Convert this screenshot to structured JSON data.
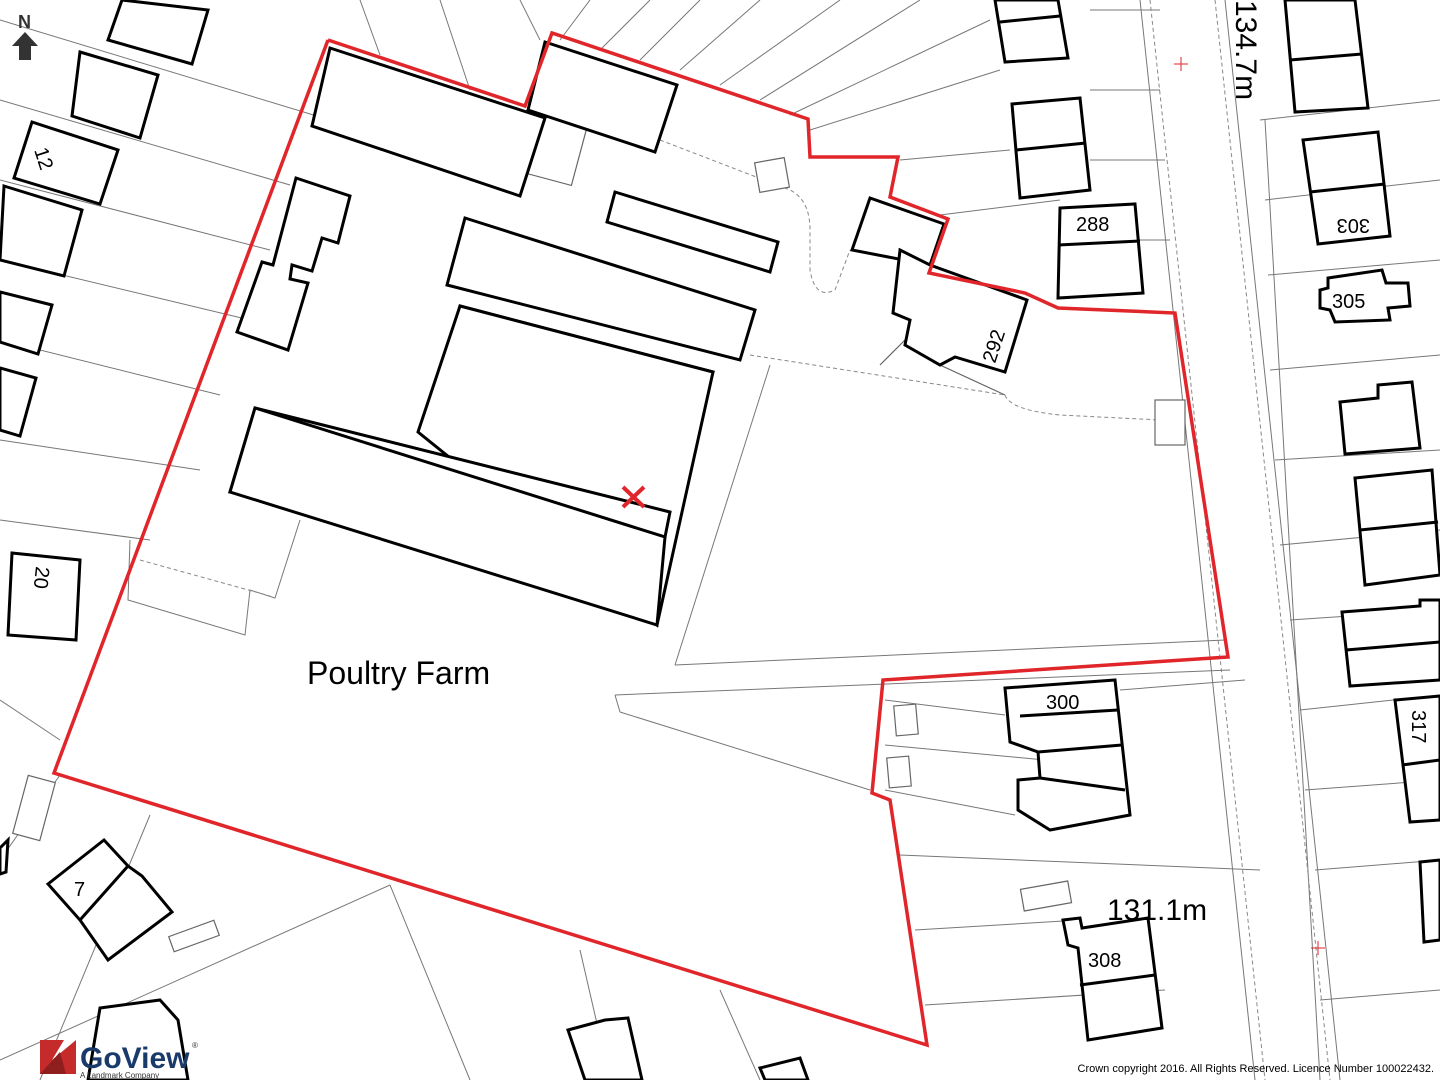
{
  "map": {
    "north_label": "N",
    "site_label": "Poultry Farm",
    "spot_heights": [
      "134.7m",
      "131.1m"
    ],
    "house_numbers": [
      "12",
      "20",
      "7",
      "288",
      "292",
      "300",
      "303",
      "305",
      "308",
      "317"
    ],
    "boundary_color": "#e0262a",
    "marker_color": "#e0262a",
    "marker_icon": "cross-marker-icon"
  },
  "branding": {
    "logo_name": "GoView",
    "logo_reg": "®",
    "logo_tagline": "A Landmark Company"
  },
  "footer": {
    "copyright": "Crown copyright 2016. All Rights Reserved. Licence Number 100022432."
  }
}
